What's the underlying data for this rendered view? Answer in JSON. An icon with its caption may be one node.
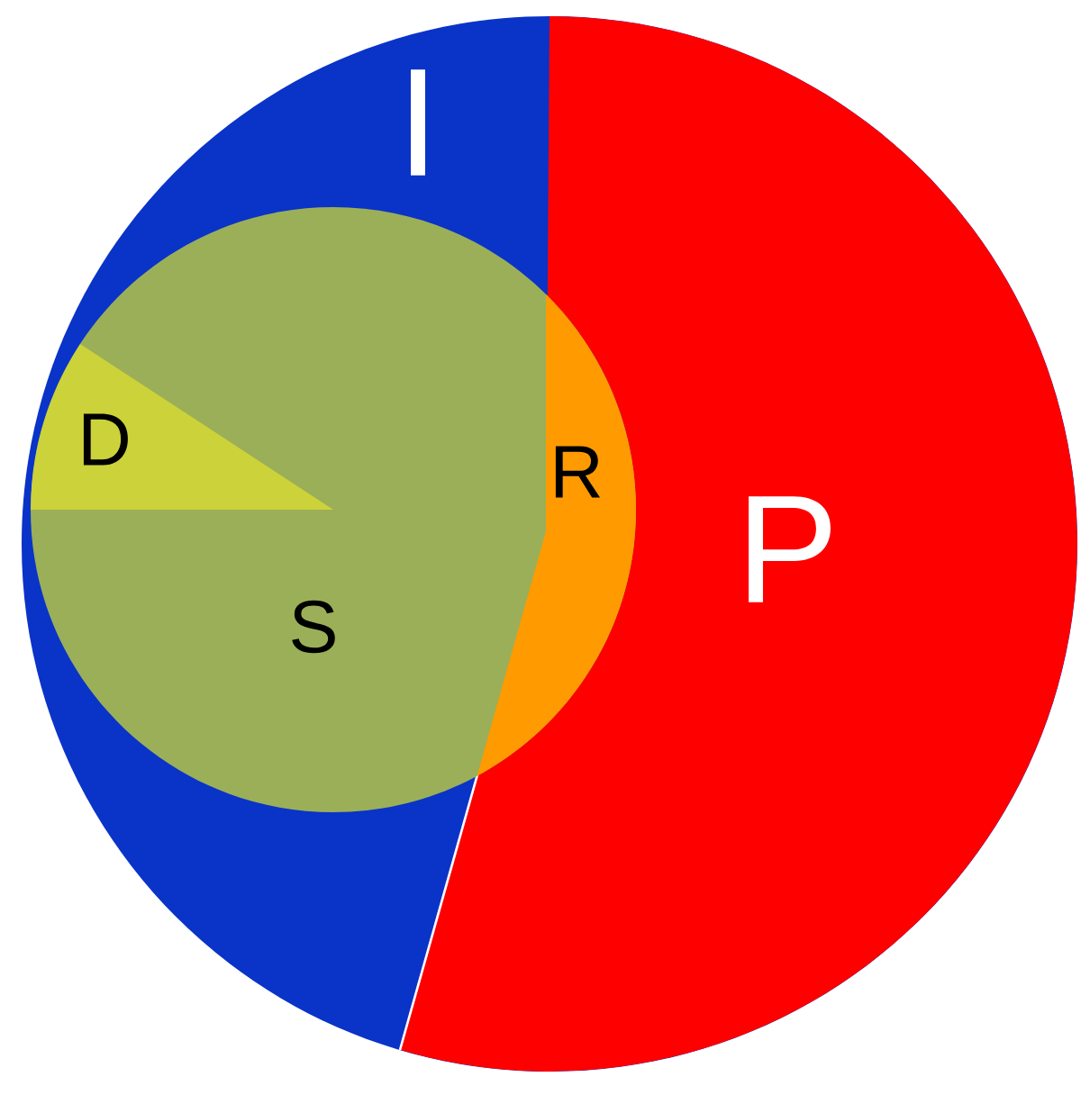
{
  "diagram": {
    "nodes": [
      {
        "text": [
          "I"
        ]
      },
      {
        "text": [
          "D"
        ],
        "in": 4
      },
      {
        "text": [
          "R"
        ]
      },
      {
        "text": [
          "P"
        ],
        "in": 0
      },
      {
        "text": [
          "S"
        ],
        "in": 0
      }
    ]
  }
}
